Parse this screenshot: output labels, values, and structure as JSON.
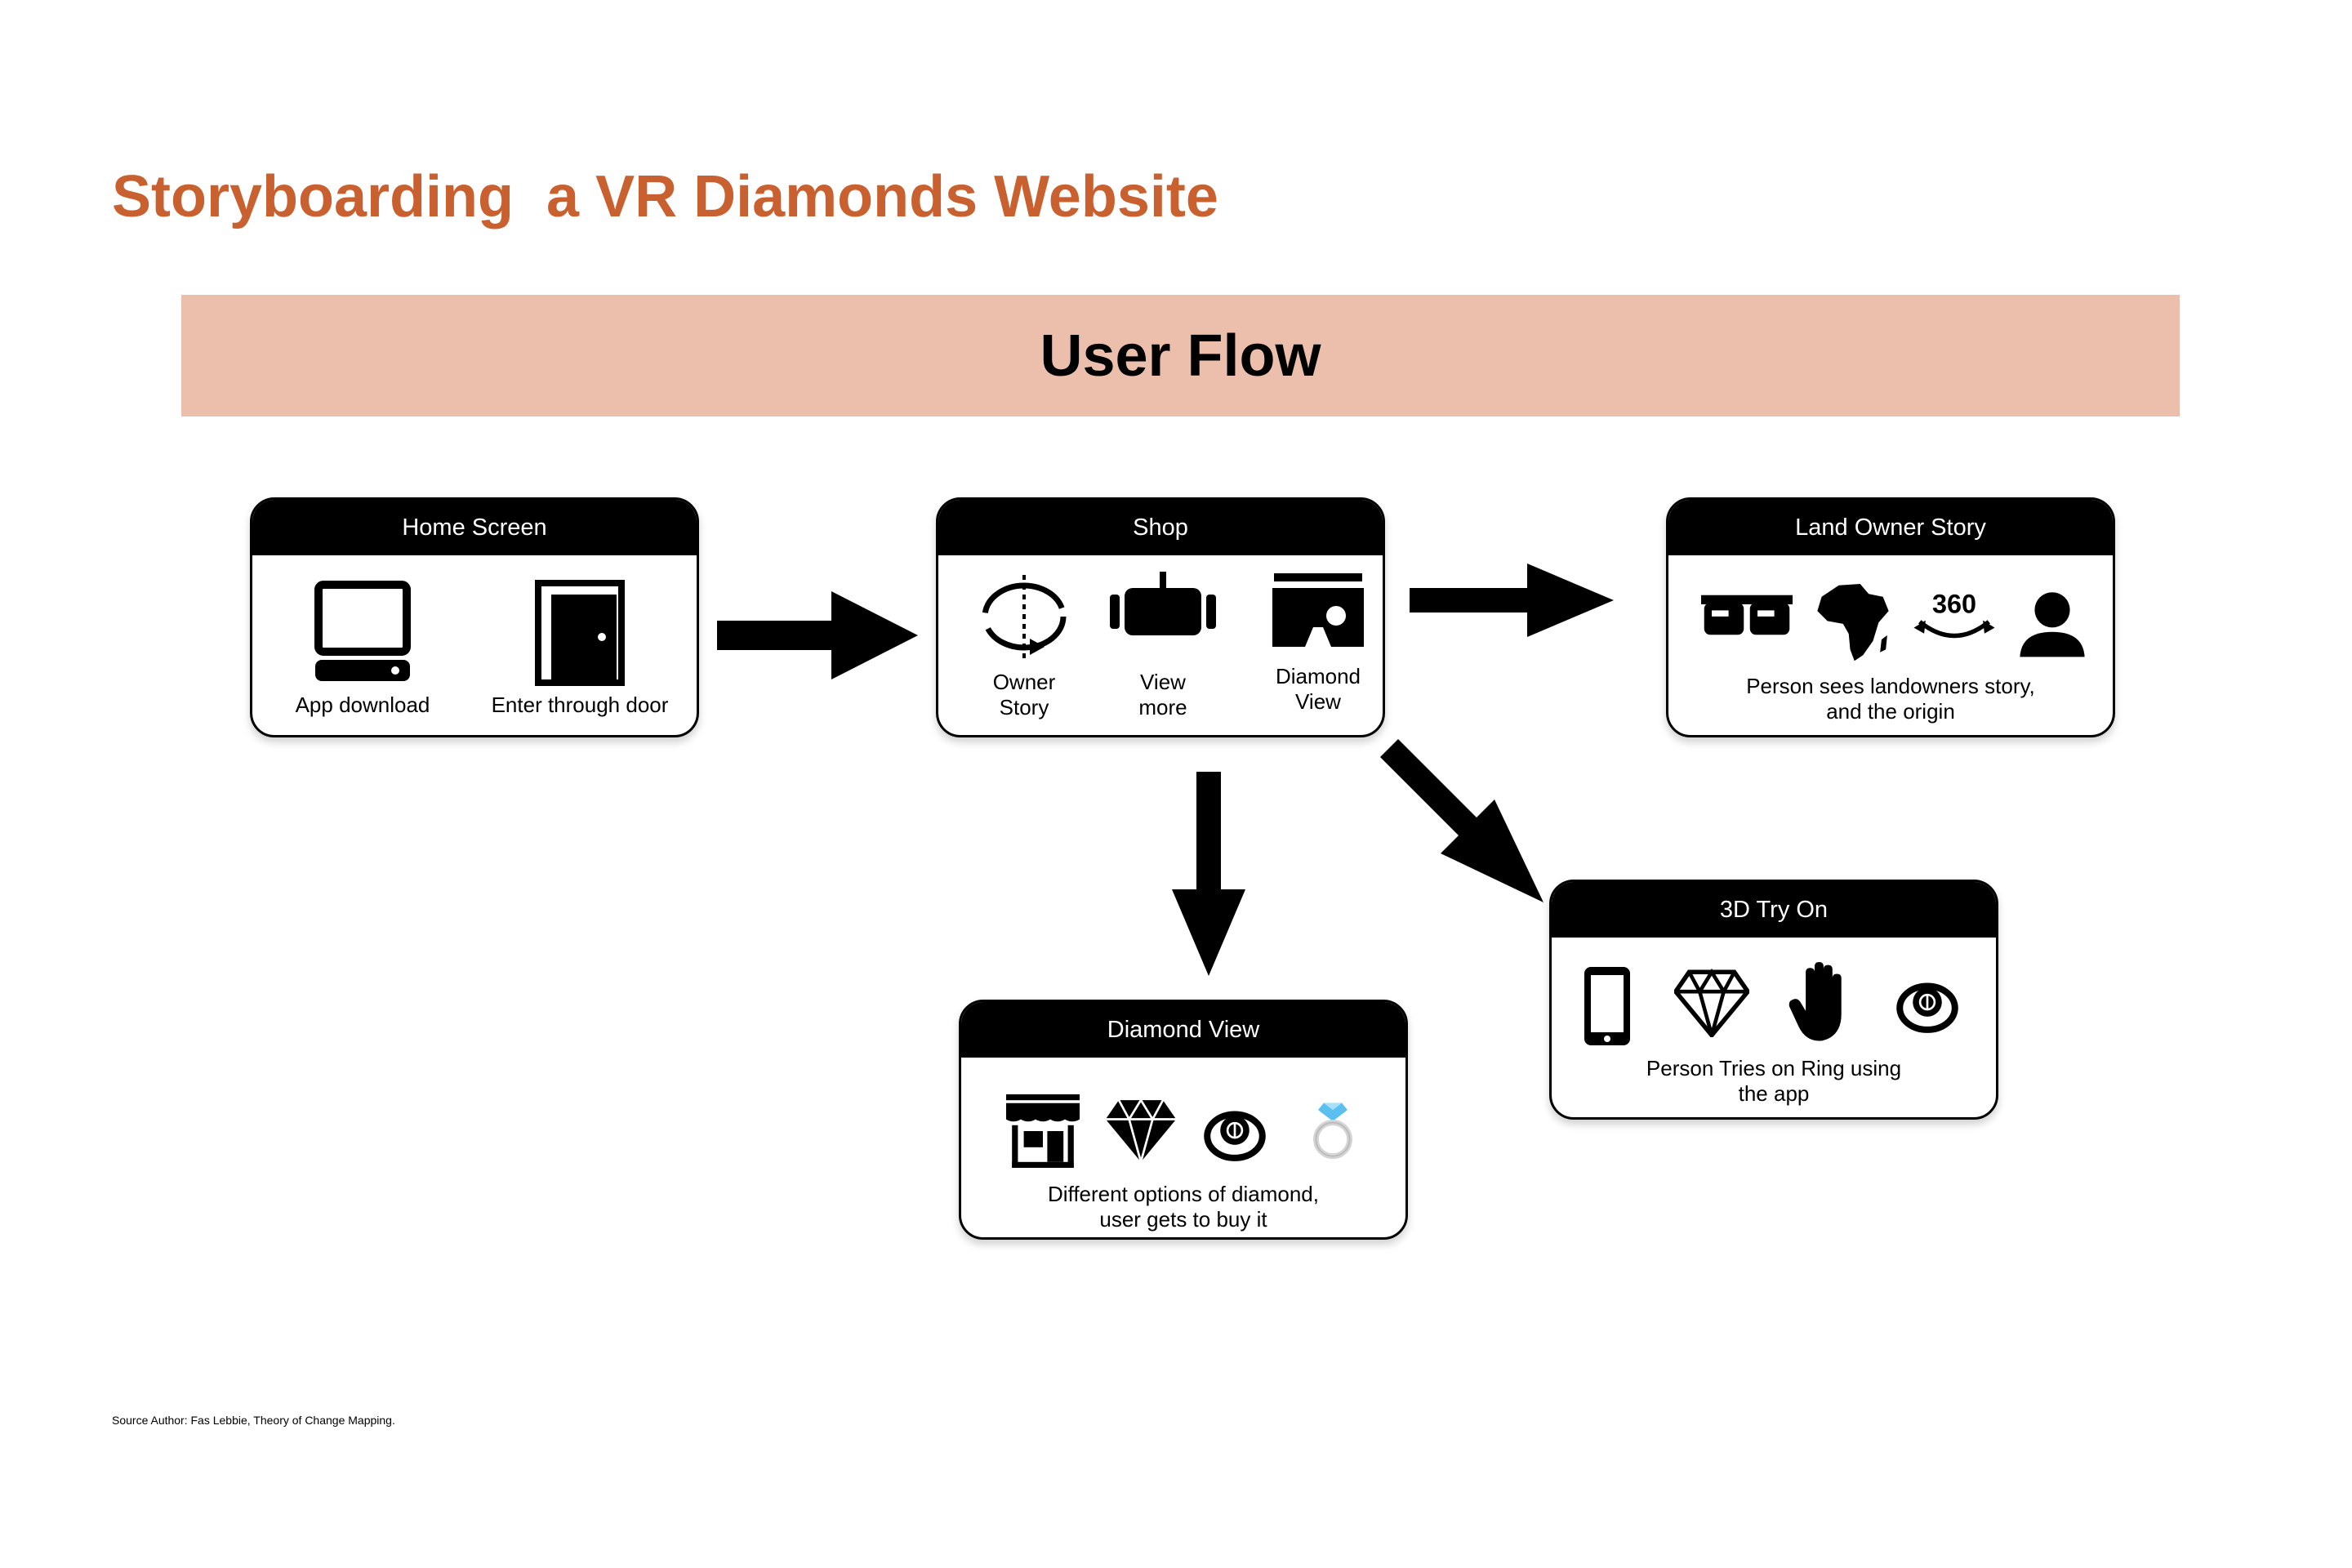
{
  "title": "Storyboarding  a VR Diamonds Website",
  "banner": "User Flow",
  "home_screen": {
    "header": "Home Screen",
    "items": [
      {
        "icon": "computer-icon",
        "label": "App download"
      },
      {
        "icon": "door-icon",
        "label": "Enter through door"
      }
    ]
  },
  "shop": {
    "header": "Shop",
    "items": [
      {
        "icon": "rotate-360-icon",
        "label_1": "Owner",
        "label_2": "Story"
      },
      {
        "icon": "vr-headset-icon",
        "label_1": "View",
        "label_2": "more"
      },
      {
        "icon": "vr-cardboard-icon",
        "label_1": "Diamond",
        "label_2": "View"
      }
    ]
  },
  "land_owner": {
    "header": "Land Owner Story",
    "icons": [
      "3d-glasses-icon",
      "africa-icon",
      "360-view-icon",
      "person-icon"
    ],
    "caption_1": "Person sees landowners story,",
    "caption_2": "and the origin"
  },
  "try_on": {
    "header": "3D Try On",
    "icons": [
      "smartphone-icon",
      "diamond-icon",
      "hand-icon",
      "ring-icon"
    ],
    "caption_1": "Person Tries on Ring using",
    "caption_2": "the app"
  },
  "diamond_view": {
    "header": "Diamond View",
    "icons": [
      "storefront-icon",
      "diamond-icon",
      "ring-icon",
      "ring-emoji-icon"
    ],
    "caption_1": "Different options of diamond,",
    "caption_2": "user gets to buy it"
  },
  "source": "Source Author: Fas Lebbie, Theory of Change Mapping.",
  "colors": {
    "title": "#c9602f",
    "banner": "#ecbfac",
    "card_header": "#000000"
  }
}
